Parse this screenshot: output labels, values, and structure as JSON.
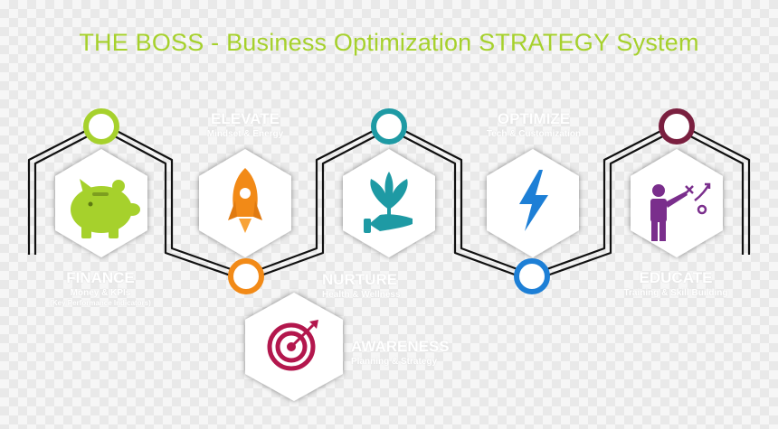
{
  "title": "THE BOSS - Business Optimization STRATEGY System",
  "colors": {
    "green": "#a6d12c",
    "orange": "#f28a17",
    "teal": "#1e9aa4",
    "blue": "#1d7fd6",
    "maroon": "#7a1f3f",
    "purple": "#7a2e8c",
    "crimson": "#b3174d"
  },
  "steps": [
    {
      "name": "FINANCE",
      "subtitle": "Money & KPIs",
      "note": "(Key Performance Indicators)",
      "icon": "piggy-bank-icon"
    },
    {
      "name": "ELEVATE",
      "subtitle": "Mindset & Energy",
      "icon": "rocket-icon"
    },
    {
      "name": "NURTURE",
      "subtitle": "Health & Wellness",
      "icon": "hand-plant-icon"
    },
    {
      "name": "OPTIMIZE",
      "subtitle": "Tech & Customization",
      "icon": "lightning-bolt-icon"
    },
    {
      "name": "EDUCATE",
      "subtitle": "Training & Skill Building",
      "icon": "teacher-icon"
    },
    {
      "name": "AWARENESS",
      "subtitle": "Planning & Strategy",
      "icon": "target-icon"
    }
  ]
}
